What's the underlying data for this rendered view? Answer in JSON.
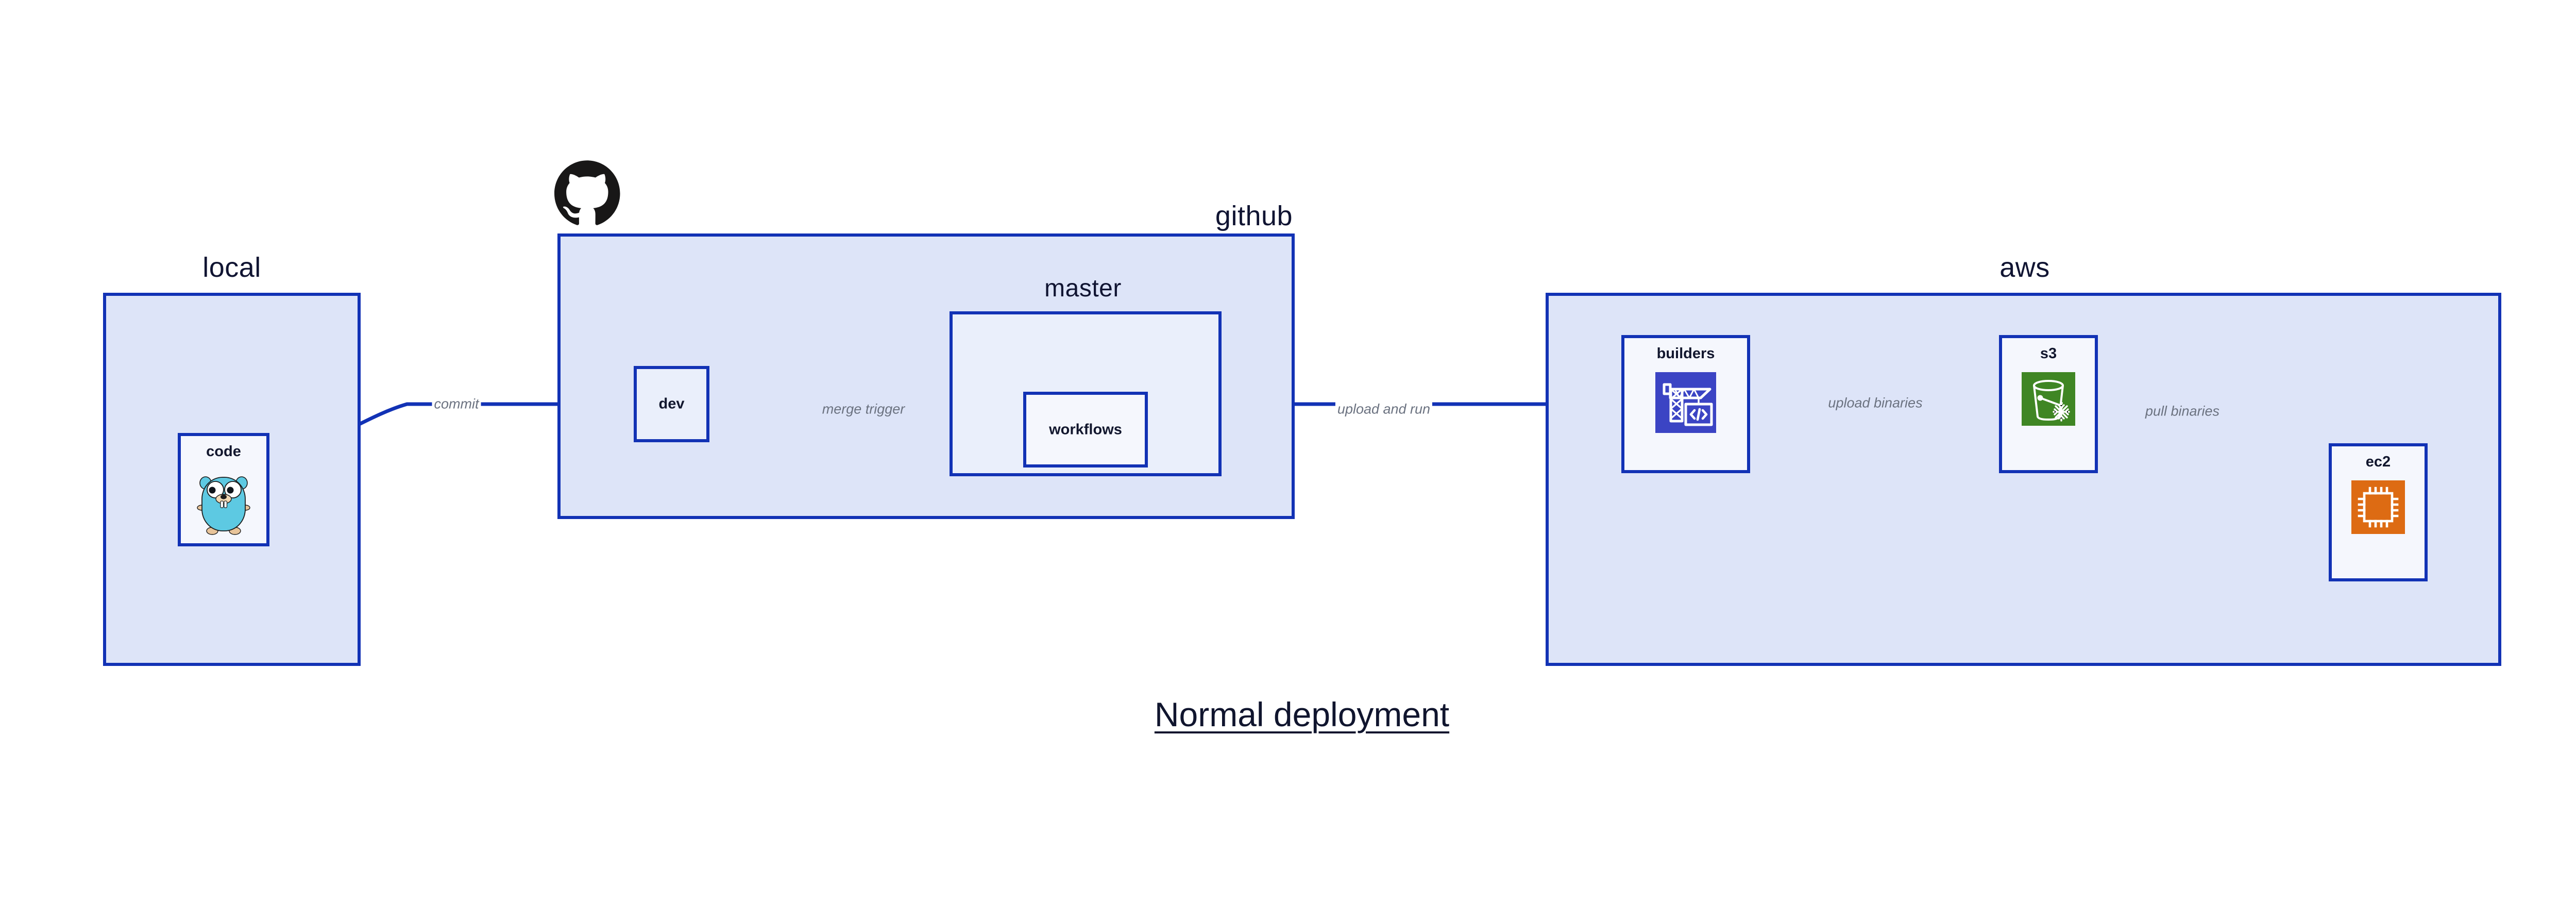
{
  "diagram": {
    "title": "Normal deployment",
    "type": "architecture-flow",
    "colors": {
      "container_fill": "#dde4f8",
      "subcontainer_fill": "#eaeffb",
      "node_fill": "#eaeffb",
      "node_fill_pale": "#f5f7fd",
      "border": "#1232b5",
      "edge": "#1232b5",
      "edge_label": "#6b7280",
      "title": "#10152e",
      "gopher_cyan": "#5dc9e2",
      "builders_blue": "#3b44c4",
      "s3_green": "#3f8624",
      "ec2_orange": "#dd6b13",
      "github_black": "#181717"
    }
  },
  "containers": [
    {
      "id": "local",
      "label": "local"
    },
    {
      "id": "github",
      "label": "github"
    },
    {
      "id": "aws",
      "label": "aws"
    }
  ],
  "subcontainers": [
    {
      "id": "master",
      "label": "master",
      "parent": "github"
    }
  ],
  "nodes": [
    {
      "id": "code",
      "label": "code",
      "parent": "local",
      "icon": "go-gopher-icon"
    },
    {
      "id": "dev",
      "label": "dev",
      "parent": "github",
      "icon": "none"
    },
    {
      "id": "workflows",
      "label": "workflows",
      "parent": "master",
      "icon": "none"
    },
    {
      "id": "builders",
      "label": "builders",
      "parent": "aws",
      "icon": "aws-builders-crane-icon"
    },
    {
      "id": "s3",
      "label": "s3",
      "parent": "aws",
      "icon": "aws-s3-bucket-icon"
    },
    {
      "id": "ec2",
      "label": "ec2",
      "parent": "aws",
      "icon": "aws-ec2-chip-icon"
    }
  ],
  "edges": [
    {
      "id": "code-to-dev",
      "from": "code",
      "to": "dev",
      "label": "commit"
    },
    {
      "id": "dev-to-workflows",
      "from": "dev",
      "to": "workflows",
      "label": "merge trigger"
    },
    {
      "id": "workflows-to-builders",
      "from": "workflows",
      "to": "builders",
      "label": "upload and run"
    },
    {
      "id": "builders-to-s3",
      "from": "builders",
      "to": "s3",
      "label": "upload binaries"
    },
    {
      "id": "s3-to-ec2",
      "from": "s3",
      "to": "ec2",
      "label": "pull binaries"
    }
  ],
  "logos": [
    {
      "id": "github-octocat",
      "name": "github-logo-icon"
    }
  ]
}
